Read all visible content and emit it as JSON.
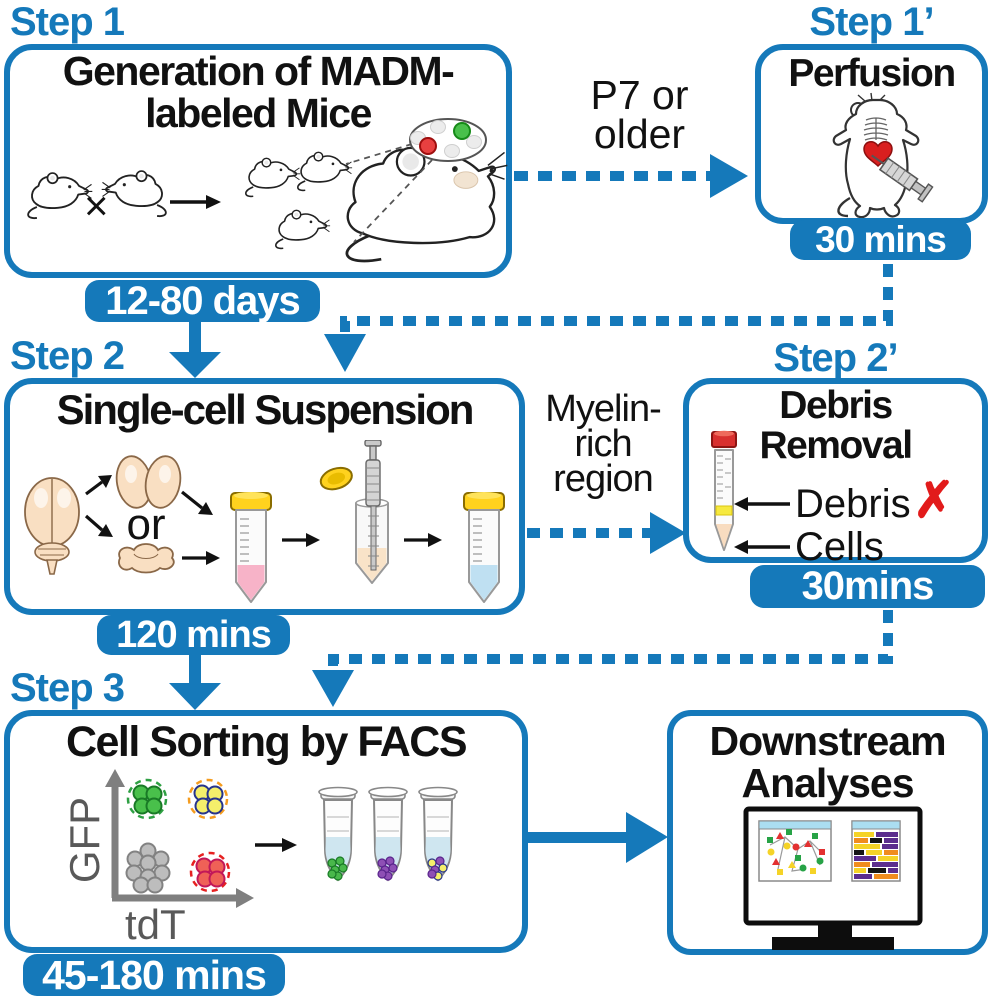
{
  "palette": {
    "accent": "#1579BA",
    "ink": "#111111",
    "axis_gray": "#7f7f7f",
    "reject_red": "#E21B1B"
  },
  "step1": {
    "label": "Step 1",
    "title_line1": "Generation of MADM-",
    "title_line2": "labeled Mice",
    "badge": "12-80 days",
    "cross_symbol": "×"
  },
  "step1p": {
    "label": "Step 1’",
    "title": "Perfusion",
    "badge": "30 mins"
  },
  "p7_note": {
    "line1": "P7 or",
    "line2": "older"
  },
  "step2": {
    "label": "Step 2",
    "title": "Single-cell Suspension",
    "or_label": "or",
    "badge": "120 mins"
  },
  "myelin_note": {
    "line1": "Myelin-",
    "line2": "rich",
    "line3": "region"
  },
  "step2p": {
    "label": "Step 2’",
    "title_line1": "Debris",
    "title_line2": "Removal",
    "debris_label": "Debris",
    "reject_mark": "✗",
    "cells_label": "Cells",
    "badge": "30mins"
  },
  "step3": {
    "label": "Step 3",
    "title": "Cell Sorting by FACS",
    "y_axis_label": "GFP",
    "x_axis_label": "tdT",
    "badge": "45-180 mins"
  },
  "downstream": {
    "title_line1": "Downstream",
    "title_line2": "Analyses"
  }
}
